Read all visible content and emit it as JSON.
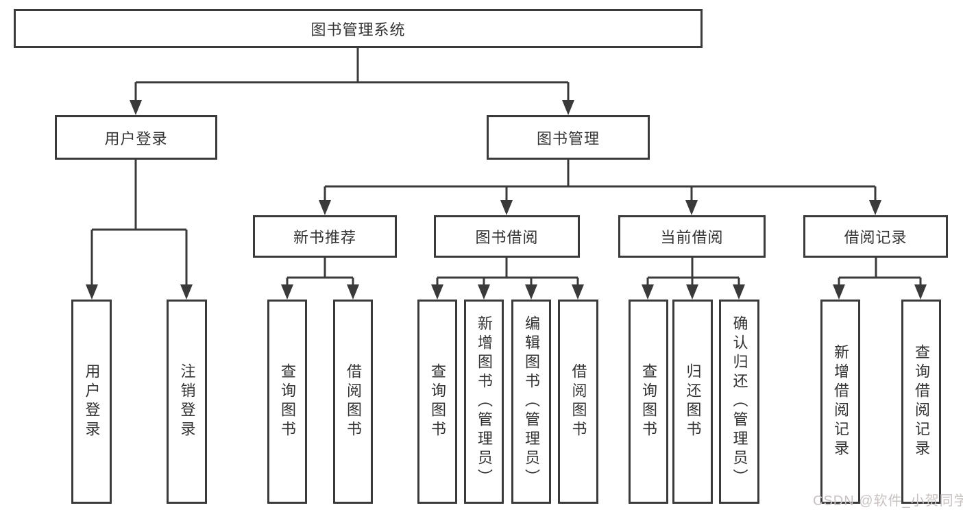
{
  "colors": {
    "line": "#3a3a3a",
    "text": "#333333",
    "watermark": "#c9c2c2",
    "background": "#ffffff"
  },
  "watermark": "CSDN @软件_小贺同学",
  "tree": {
    "root": {
      "label": "图书管理系统"
    },
    "user_login": {
      "label": "用户登录",
      "children": [
        {
          "label": "用户登录"
        },
        {
          "label": "注销登录"
        }
      ]
    },
    "book_mgmt": {
      "label": "图书管理",
      "children": [
        {
          "label": "新书推荐",
          "children": [
            {
              "label": "查询图书"
            },
            {
              "label": "借阅图书"
            }
          ]
        },
        {
          "label": "图书借阅",
          "children": [
            {
              "label": "查询图书"
            },
            {
              "label": "新增图书（管理员）"
            },
            {
              "label": "编辑图书（管理员）"
            },
            {
              "label": "借阅图书"
            }
          ]
        },
        {
          "label": "当前借阅",
          "children": [
            {
              "label": "查询图书"
            },
            {
              "label": "归还图书"
            },
            {
              "label": "确认归还（管理员）"
            }
          ]
        },
        {
          "label": "借阅记录",
          "children": [
            {
              "label": "新增借阅记录"
            },
            {
              "label": "查询借阅记录"
            }
          ]
        }
      ]
    }
  }
}
